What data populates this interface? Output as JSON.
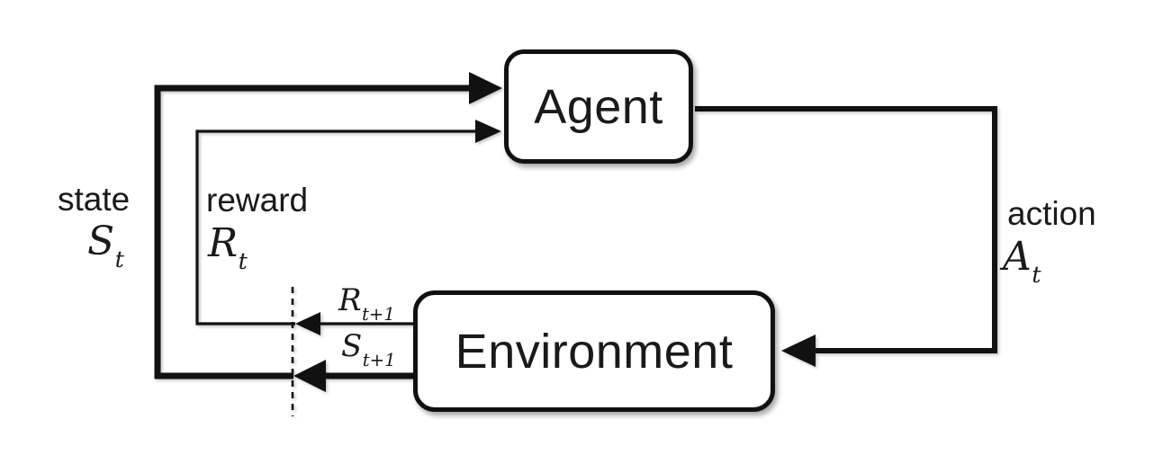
{
  "diagram": {
    "name": "agent-environment interaction loop",
    "boxes": {
      "agent": "Agent",
      "environment": "Environment"
    },
    "labels": {
      "state": {
        "word": "state",
        "symbol": "S",
        "subscript": "t"
      },
      "reward": {
        "word": "reward",
        "symbol": "R",
        "subscript": "t"
      },
      "action": {
        "word": "action",
        "symbol": "A",
        "subscript": "t"
      },
      "next_reward": {
        "symbol": "R",
        "subscript": "t+1"
      },
      "next_state": {
        "symbol": "S",
        "subscript": "t+1"
      }
    },
    "colors": {
      "line": "#111111",
      "background": "#ffffff",
      "text": "#1a1a1a"
    }
  }
}
